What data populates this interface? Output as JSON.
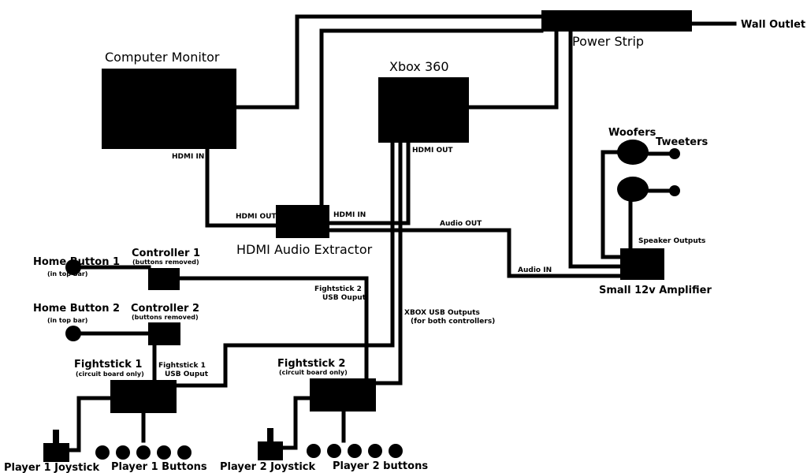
{
  "devices": {
    "power_strip": "Power Strip",
    "wall_outlet": "Wall Outlet",
    "computer_monitor": "Computer Monitor",
    "xbox": "Xbox 360",
    "hdmi_extractor": "HDMI Audio Extractor",
    "amplifier": "Small 12v Amplifier",
    "controller1": "Controller 1",
    "controller1_note": "(buttons removed)",
    "controller2": "Controller 2",
    "controller2_note": "(buttons removed)",
    "home_button1": "Home Button 1",
    "home_button1_note": "(in top bar)",
    "home_button2": "Home Button 2",
    "home_button2_note": "(in top bar)",
    "fightstick1": "Fightstick 1",
    "fightstick1_note": "(circuit board only)",
    "fightstick2": "Fightstick 2",
    "fightstick2_note": "(circuit board only)",
    "player1_joystick": "Player 1 Joystick",
    "player1_buttons": "Player 1 Buttons",
    "player2_joystick": "Player 2 Joystick",
    "player2_buttons": "Player 2 buttons",
    "woofers": "Woofers",
    "tweeters": "Tweeters"
  },
  "ports": {
    "monitor_hdmi_in": "HDMI IN",
    "xbox_hdmi_out": "HDMI OUT",
    "extractor_hdmi_out": "HDMI OUT",
    "extractor_hdmi_in": "HDMI IN",
    "audio_out": "Audio OUT",
    "audio_in": "Audio IN",
    "speaker_outputs": "Speaker Outputs",
    "fightstick2_usb_1": "Fightstick 2",
    "fightstick2_usb_2": "USB Ouput",
    "fightstick1_usb_1": "Fightstick 1",
    "fightstick1_usb_2": "USB Ouput",
    "xbox_usb_1": "XBOX USB Outputs",
    "xbox_usb_2": "(for both controllers)"
  }
}
